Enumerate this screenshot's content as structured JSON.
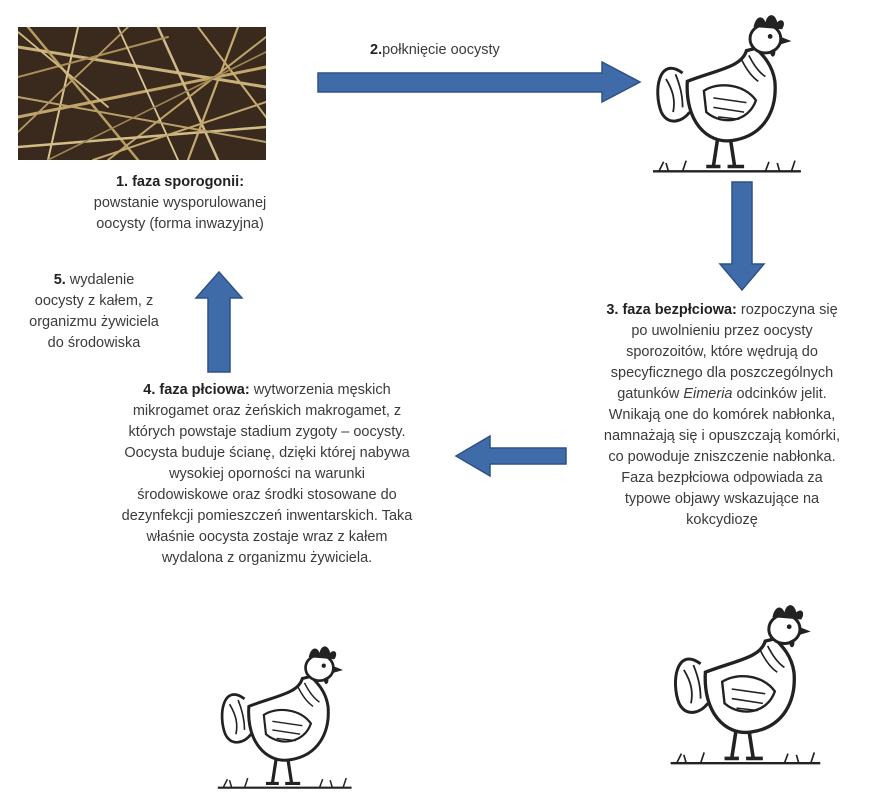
{
  "steps": {
    "sporogony": {
      "number": "1.",
      "title": "faza sporogonii:",
      "line1": "powstanie wysporulowanej",
      "line2": "oocysty (forma inwazyjna)"
    },
    "ingestion": {
      "number": "2.",
      "title": "połknięcie oocysty"
    },
    "asexual": {
      "number": "3.",
      "title": "faza bezpłciowa:",
      "line1_rest": " rozpoczyna się",
      "lines": [
        "po uwolnieniu przez oocysty",
        "sporozoitów, które wędrują do",
        "specyficznego dla poszczególnych"
      ],
      "line5_before": "gatunków ",
      "genus": "Eimeria",
      "line5_after": " odcinków jelit.",
      "lines_after": [
        "Wnikają one do komórek nabłonka,",
        "namnażają się i opuszczają komórki,",
        "co powoduje  zniszczenie nabłonka.",
        "Faza bezpłciowa odpowiada za",
        "typowe objawy wskazujące na",
        "kokcydiozę"
      ]
    },
    "sexual": {
      "number": "4.",
      "title": "faza płciowa:",
      "line1_rest": " wytworzenia męskich",
      "lines": [
        "mikrogamet oraz żeńskich makrogamet, z",
        "których powstaje stadium zygoty – oocysty.",
        "Oocysta buduje ścianę, dzięki której nabywa",
        "wysokiej oporności na warunki",
        "środowiskowe oraz środki stosowane do",
        "dezynfekcji pomieszczeń inwentarskich. Taka",
        "właśnie oocysta zostaje wraz z kałem",
        "wydalona z organizmu żywiciela."
      ]
    },
    "excretion": {
      "number": "5.",
      "line1_rest": " wydalenie",
      "lines": [
        "oocysty z kałem, z",
        "organizmu żywiciela",
        "do środowiska"
      ]
    }
  },
  "colors": {
    "arrow_fill": "#3f6ca8",
    "arrow_stroke": "#2e5287",
    "straw_dark": "#3b2a1c",
    "straw_light": "#c8b07a"
  },
  "images": {
    "straw": "straw-photo",
    "hen": "hen-illustration"
  }
}
